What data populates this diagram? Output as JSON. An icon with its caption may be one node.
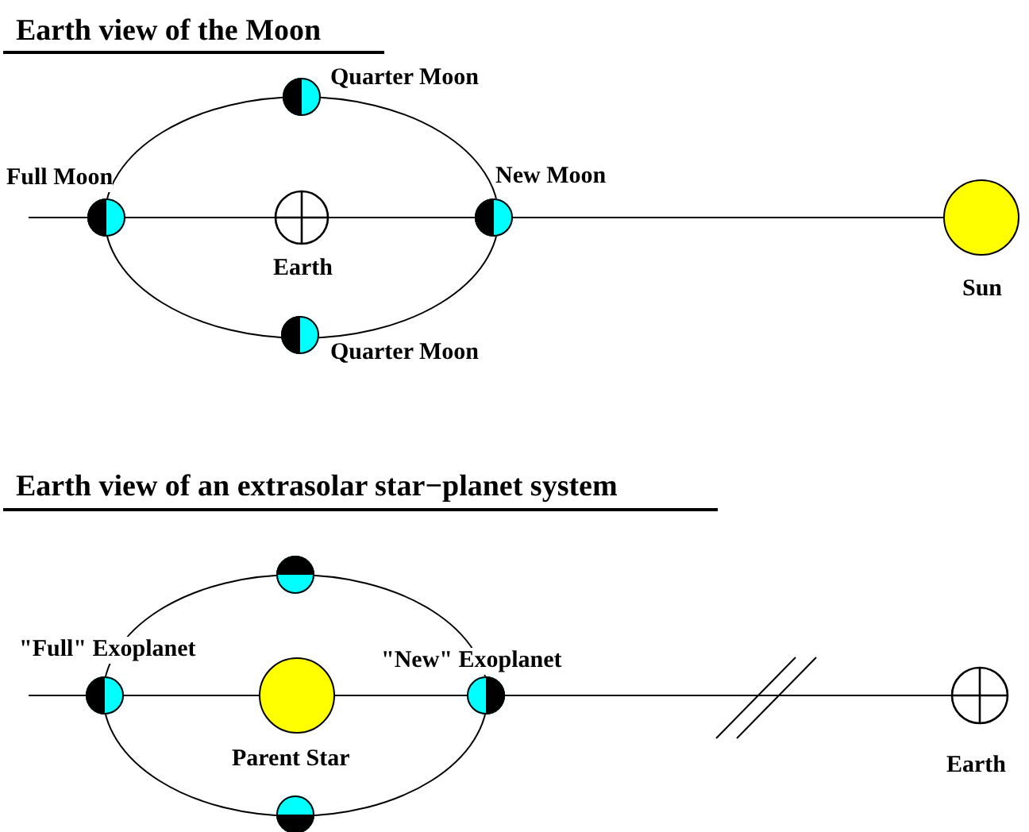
{
  "diagram": {
    "nodes": [
      {
        "text": [],
        "shape": "circle",
        "beside": [
          "Quarter Moon"
        ]
      },
      {
        "text": [],
        "shape": "circle",
        "beside": [
          "Full Moon"
        ]
      },
      {
        "text": [],
        "shape": "circle",
        "beside": [
          "Earth"
        ]
      },
      {
        "text": [],
        "shape": "circle",
        "beside": [
          "New Moon"
        ]
      },
      {
        "text": [],
        "shape": "circle",
        "beside": [
          "Sun"
        ]
      },
      {
        "text": [],
        "shape": "circle",
        "beside": [
          "Quarter Moon"
        ]
      },
      {
        "text": [],
        "shape": "circle"
      },
      {
        "text": [],
        "shape": "circle",
        "beside": [
          "\"Full\" Exoplanet"
        ]
      },
      {
        "text": [],
        "shape": "circle",
        "beside": [
          "Parent Star"
        ]
      },
      {
        "text": [],
        "shape": "circle",
        "beside": [
          "\"New\" Exoplanet"
        ]
      },
      {
        "text": [],
        "shape": "circle",
        "beside": [
          "Earth"
        ]
      },
      {
        "text": [],
        "shape": "circle"
      }
    ],
    "edges": [],
    "labels": [
      "Earth view of the Moon",
      "Earth view of an extrasolar star−planet system"
    ]
  }
}
